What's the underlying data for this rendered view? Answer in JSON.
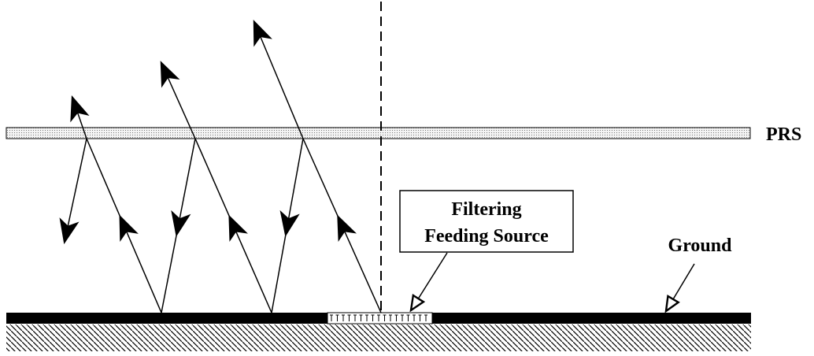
{
  "labels": {
    "prs": "PRS",
    "source_line1": "Filtering",
    "source_line2": "Feeding Source",
    "ground": "Ground"
  },
  "colors": {
    "stroke": "#000000",
    "prs_fill": "#e6e6e6",
    "background": "#ffffff"
  }
}
